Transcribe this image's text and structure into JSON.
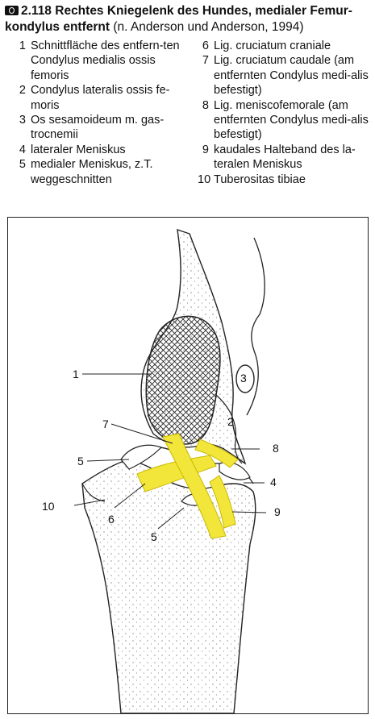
{
  "caption": {
    "icon": "figure-icon",
    "number": "2.118",
    "title_bold_1": "Rechtes Kniegelenk des Hundes, medialer Femur-",
    "title_bold_2": "kondylus entfernt",
    "source": "(n. Anderson und Anderson, 1994)"
  },
  "legend_left": [
    {
      "num": "1",
      "text": "Schnittfläche des entfern-ten Condylus medialis ossis femoris"
    },
    {
      "num": "2",
      "text": "Condylus lateralis ossis fe-moris"
    },
    {
      "num": "3",
      "text": "Os sesamoideum m. gas-trocnemii"
    },
    {
      "num": "4",
      "text": "lateraler Meniskus"
    },
    {
      "num": "5",
      "text": "medialer Meniskus, z.T. weggeschnitten"
    }
  ],
  "legend_right": [
    {
      "num": "6",
      "text": "Lig. cruciatum craniale"
    },
    {
      "num": "7",
      "text": "Lig. cruciatum caudale (am entfernten Condylus medi-alis befestigt)"
    },
    {
      "num": "8",
      "text": "Lig. meniscofemorale (am entfernten Condylus medi-alis befestigt)"
    },
    {
      "num": "9",
      "text": "kaudales Halteband des la-teralen Meniskus"
    },
    {
      "num": "10",
      "text": "Tuberositas tibiae"
    }
  ],
  "figure_labels": {
    "l1": "1",
    "l2": "2",
    "l3": "3",
    "l4": "4",
    "l5a": "5",
    "l5b": "5",
    "l6": "6",
    "l7": "7",
    "l8": "8",
    "l9": "9",
    "l10": "10"
  },
  "colors": {
    "ligament": "#f3e63a",
    "ligament_stroke": "#c9b800",
    "line": "#222222"
  }
}
